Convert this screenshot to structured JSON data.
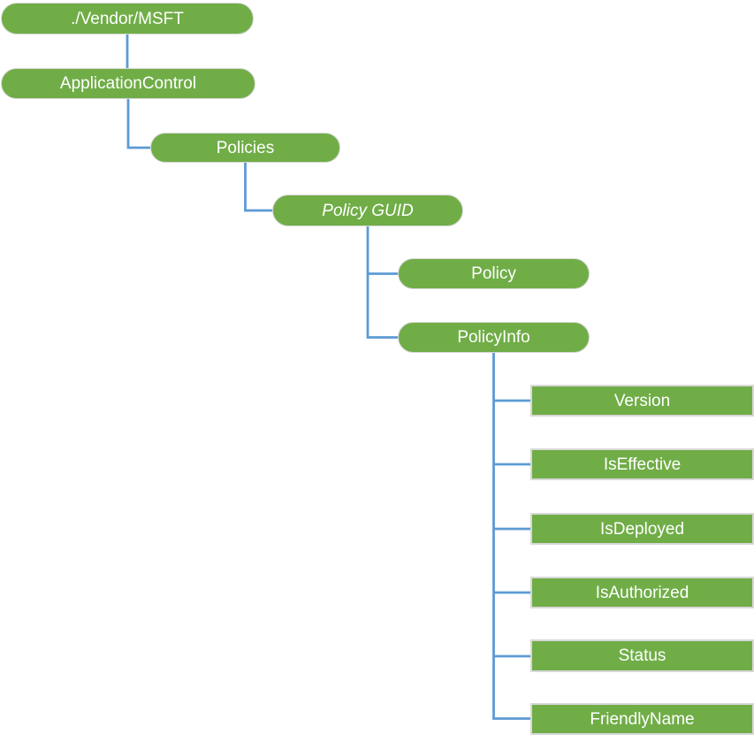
{
  "diagram": {
    "type": "tree",
    "nodes": [
      {
        "id": "vendor-msft",
        "label": "./Vendor/MSFT",
        "shape": "pill",
        "italic": false,
        "parent": null
      },
      {
        "id": "application-control",
        "label": "ApplicationControl",
        "shape": "pill",
        "italic": false,
        "parent": "vendor-msft"
      },
      {
        "id": "policies",
        "label": "Policies",
        "shape": "pill",
        "italic": false,
        "parent": "application-control"
      },
      {
        "id": "policy-guid",
        "label": "Policy GUID",
        "shape": "pill",
        "italic": true,
        "parent": "policies"
      },
      {
        "id": "policy",
        "label": "Policy",
        "shape": "pill",
        "italic": false,
        "parent": "policy-guid"
      },
      {
        "id": "policy-info",
        "label": "PolicyInfo",
        "shape": "pill",
        "italic": false,
        "parent": "policy-guid"
      },
      {
        "id": "version",
        "label": "Version",
        "shape": "rect",
        "italic": false,
        "parent": "policy-info"
      },
      {
        "id": "is-effective",
        "label": "IsEffective",
        "shape": "rect",
        "italic": false,
        "parent": "policy-info"
      },
      {
        "id": "is-deployed",
        "label": "IsDeployed",
        "shape": "rect",
        "italic": false,
        "parent": "policy-info"
      },
      {
        "id": "is-authorized",
        "label": "IsAuthorized",
        "shape": "rect",
        "italic": false,
        "parent": "policy-info"
      },
      {
        "id": "status",
        "label": "Status",
        "shape": "rect",
        "italic": false,
        "parent": "policy-info"
      },
      {
        "id": "friendly-name",
        "label": "FriendlyName",
        "shape": "rect",
        "italic": false,
        "parent": "policy-info"
      }
    ],
    "colors": {
      "node_fill": "#70AD47",
      "node_text": "#FFFFFF",
      "node_border": "#D8D8D8",
      "connector": "#5B9BD5",
      "background": "#FFFFFF"
    }
  }
}
